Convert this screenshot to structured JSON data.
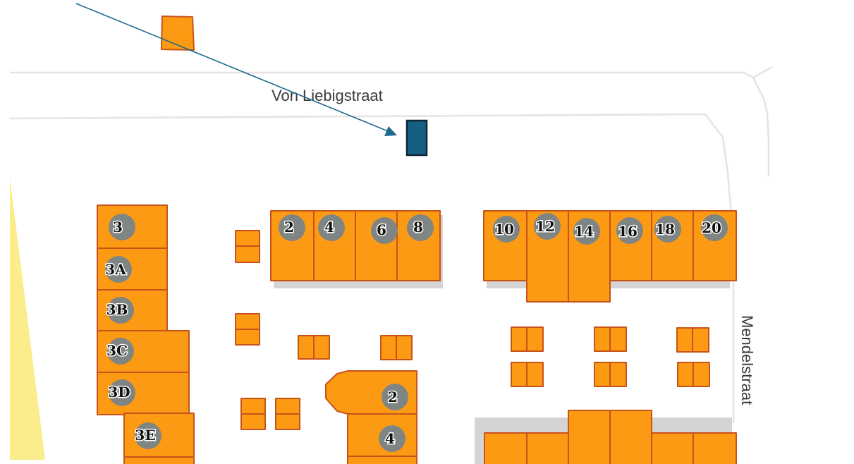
{
  "map": {
    "streets": [
      {
        "id": "von-liebigstraat",
        "name": "Von Liebigstraat"
      },
      {
        "id": "mendelstraat",
        "name": "Mendelstraat"
      }
    ],
    "house_numbers": {
      "west_column": [
        "3",
        "3A",
        "3B",
        "3C",
        "3D",
        "3E"
      ],
      "north_row_west": [
        "2",
        "4",
        "6",
        "8"
      ],
      "north_row_east": [
        "10",
        "12",
        "14",
        "16",
        "18",
        "20"
      ],
      "south_block": [
        "2",
        "4"
      ]
    },
    "marker": {
      "type": "selected-location",
      "color": "#175e83"
    },
    "colors": {
      "building_fill": "#fd9a14",
      "building_stroke": "#c8531a",
      "badge": "#7f8583",
      "path_yellow": "#fbec8c",
      "arrow": "#1d6a8e"
    }
  }
}
